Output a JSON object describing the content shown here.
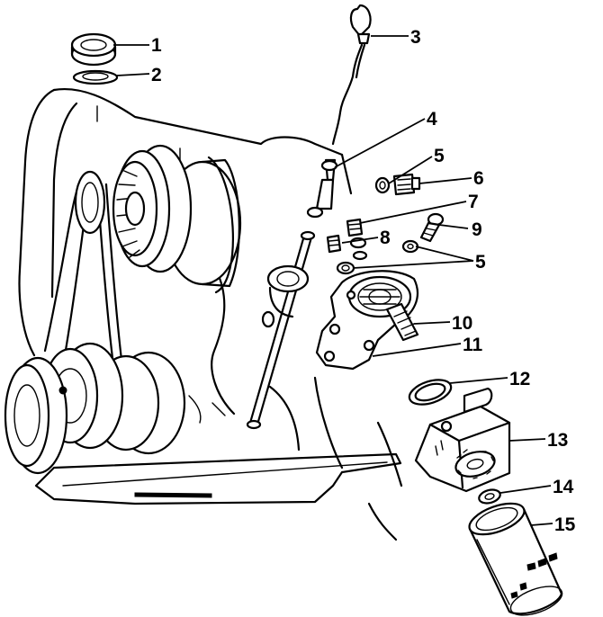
{
  "diagram": {
    "callouts": [
      {
        "id": 1,
        "label": "1"
      },
      {
        "id": 2,
        "label": "2"
      },
      {
        "id": 3,
        "label": "3"
      },
      {
        "id": 4,
        "label": "4"
      },
      {
        "id": 5,
        "label": "5"
      },
      {
        "id": 6,
        "label": "6"
      },
      {
        "id": 7,
        "label": "7"
      },
      {
        "id": 8,
        "label": "8"
      },
      {
        "id": 9,
        "label": "9"
      },
      {
        "id": 10,
        "label": "5"
      },
      {
        "id": 11,
        "label": "10"
      },
      {
        "id": 12,
        "label": "11"
      },
      {
        "id": 13,
        "label": "12"
      },
      {
        "id": 14,
        "label": "13"
      },
      {
        "id": 15,
        "label": "14"
      },
      {
        "id": 16,
        "label": "15"
      }
    ]
  }
}
